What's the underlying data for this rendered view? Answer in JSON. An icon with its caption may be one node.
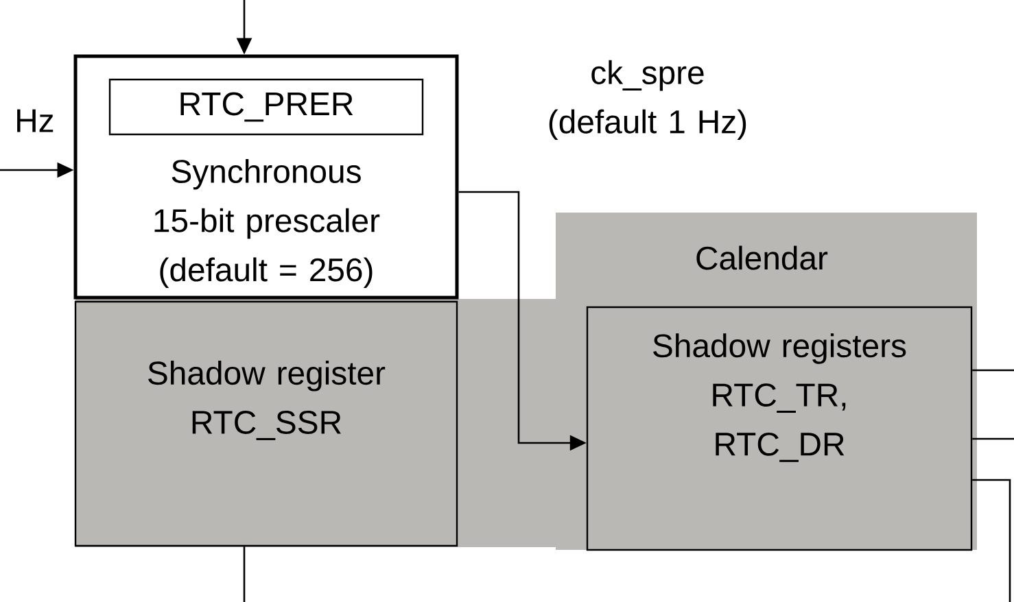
{
  "diagram": {
    "nodes": [
      {
        "text": [
          "Synchronous 15-bit prescaler (default = 256)"
        ]
      },
      {
        "text": [
          "RTC_PRER"
        ],
        "in": 0
      },
      {
        "text": [
          "Calendar"
        ]
      },
      {
        "text": [
          "Shadow registers RTC_TR, RTC_DR"
        ],
        "in": 2
      },
      {
        "text": [
          "Shadow register RTC_SSR"
        ]
      }
    ],
    "edges": [
      {
        "from": null,
        "to": 0,
        "arrow": "to"
      },
      {
        "from": null,
        "to": 0,
        "arrow": "to"
      },
      {
        "from": 0,
        "to": 3,
        "arrow": "to",
        "label": "ck_spre (default 1 Hz)"
      },
      {
        "from": 4,
        "to": null,
        "arrow": "none"
      },
      {
        "from": 3,
        "to": null,
        "arrow": "none"
      },
      {
        "from": 3,
        "to": null,
        "arrow": "none"
      },
      {
        "from": 3,
        "to": null,
        "arrow": "none"
      }
    ],
    "labels": [
      "Hz"
    ]
  }
}
